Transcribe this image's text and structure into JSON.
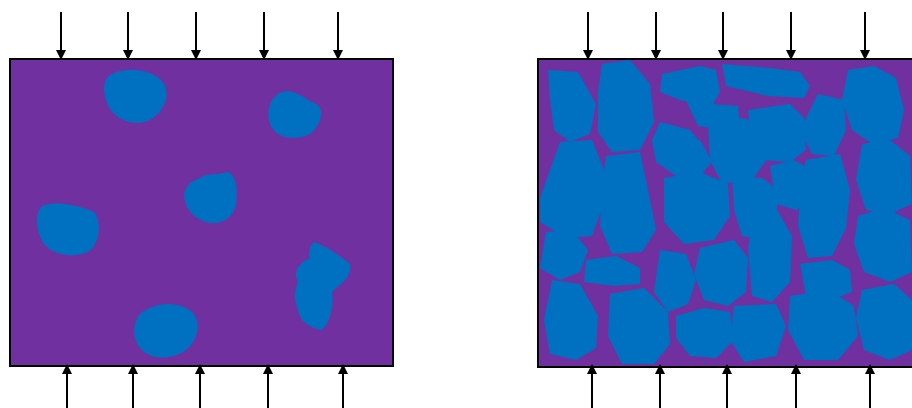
{
  "colors": {
    "matrix": "#7030A0",
    "particle": "#0070C0",
    "outline": "#000000",
    "arrow": "#000000",
    "background": "#FFFFFF"
  },
  "panels": [
    {
      "id": "low-volume-fraction",
      "particle_count": 6,
      "top_arrows": 5,
      "bottom_arrows": 5
    },
    {
      "id": "high-volume-fraction",
      "particle_count": 31,
      "top_arrows": 5,
      "bottom_arrows": 5
    }
  ]
}
